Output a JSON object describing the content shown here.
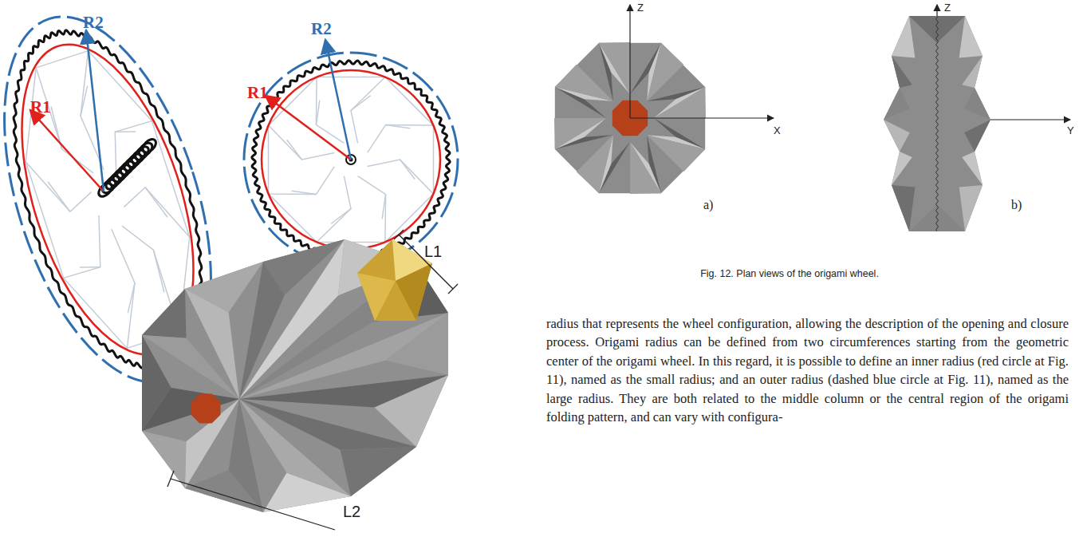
{
  "diagram": {
    "caption": "Fig. 12. Plan views of the origami wheel.",
    "labels": [
      "R2",
      "R1",
      "R2",
      "R1",
      "L1",
      "L2",
      "Z",
      "X",
      "a)",
      "Z",
      "Y",
      "b)",
      "radius that represents the wheel configuration, allowing the description of the opening and closure process. Origami radius can be defined from two circumferences starting from the geometric center of the origami wheel. In this regard, it is possible to define an inner radius (red circle at Fig. 11), named as the small radius; and an outer radius (dashed blue circle at Fig. 11), named as the large radius. They are both related to the middle column or the central region of the origami folding pattern, and can vary with configura-"
    ]
  }
}
